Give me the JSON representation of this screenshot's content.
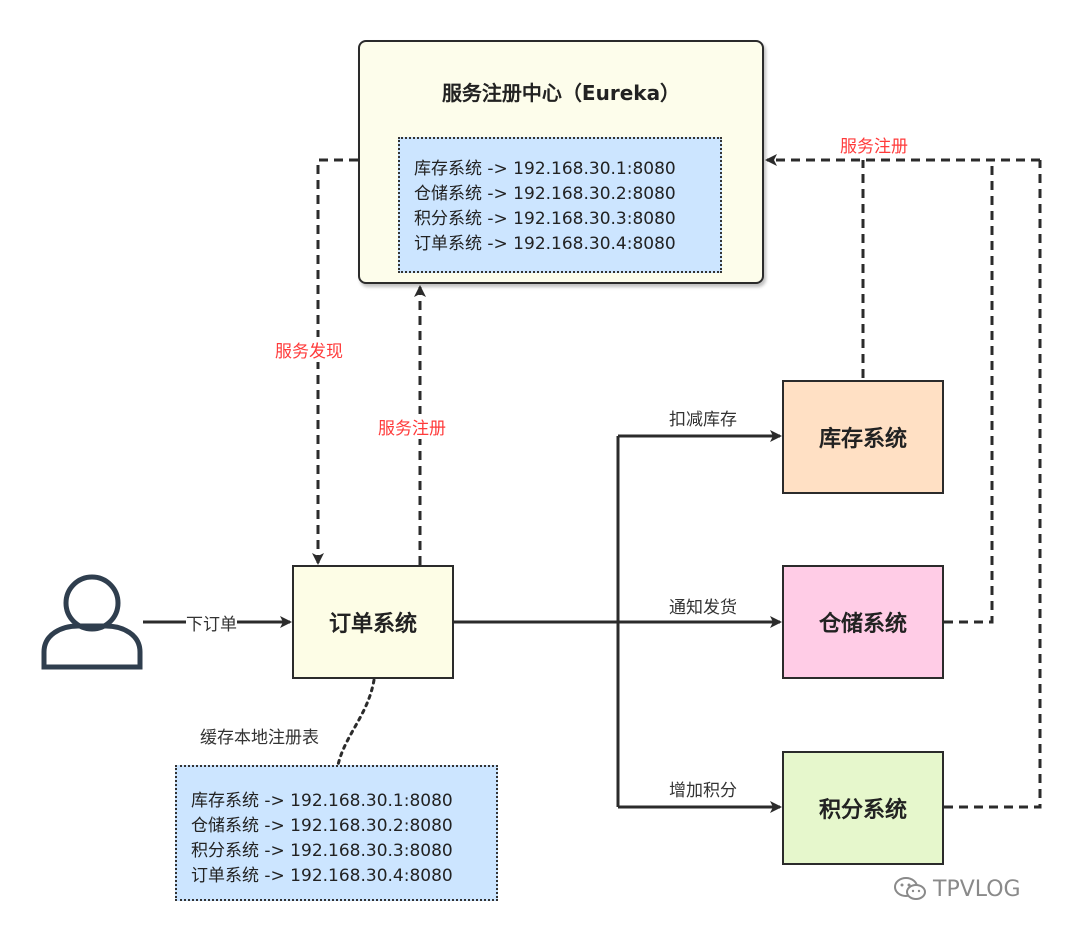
{
  "eureka": {
    "title": "服务注册中心（Eureka）",
    "registry": [
      "库存系统 -> 192.168.30.1:8080",
      "仓储系统 -> 192.168.30.2:8080",
      "积分系统 -> 192.168.30.3:8080",
      "订单系统 -> 192.168.30.4:8080"
    ]
  },
  "nodes": {
    "user": "user-icon",
    "order": "订单系统",
    "inventory": "库存系统",
    "warehouse": "仓储系统",
    "points": "积分系统"
  },
  "local_cache": {
    "label": "缓存本地注册表",
    "registry": [
      "库存系统 -> 192.168.30.1:8080",
      "仓储系统 -> 192.168.30.2:8080",
      "积分系统 -> 192.168.30.3:8080",
      "订单系统 -> 192.168.30.4:8080"
    ]
  },
  "edges": {
    "place_order": "下订单",
    "deduct_inventory": "扣减库存",
    "notify_shipping": "通知发货",
    "add_points": "增加积分",
    "discovery": "服务发现",
    "order_register": "服务注册",
    "services_register": "服务注册"
  },
  "watermark": {
    "icon": "wechat-icon",
    "text": "TPVLOG"
  },
  "colors": {
    "eureka_fill": "#fdfdeb",
    "registry_fill": "#cce5ff",
    "order_fill": "#fdfde6",
    "inventory_fill": "#ffe0c4",
    "warehouse_fill": "#ffcce6",
    "points_fill": "#e6f7cc",
    "red_label": "#ff3b3b"
  }
}
